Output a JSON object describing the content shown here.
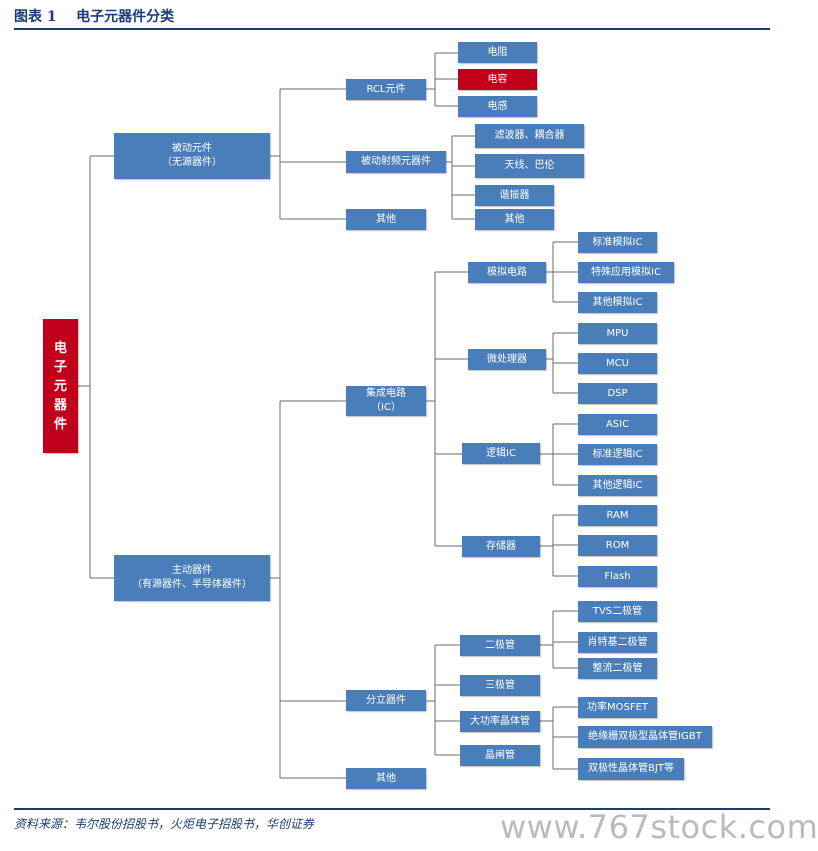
{
  "title": "图表 1    电子元器件分类",
  "source": "资料来源：韦尔股份招股书，火炬电子招股书，华创证券",
  "watermark": "www.767stock.com",
  "colors": {
    "node": "#4a7ebb",
    "highlight": "#c0001a",
    "rule": "#1a3c7a"
  },
  "diagram": {
    "root": "电\n子\n元\n器\n件",
    "passive": "被动元件\n（无源器件）",
    "rcl": "RCL元件",
    "resistor": "电阻",
    "capacitor": "电容",
    "inductor": "电感",
    "rf": "被动射频元器件",
    "filter": "滤波器、耦合器",
    "antenna": "天线、巴伦",
    "oscillator": "谐振器",
    "rf_other": "其他",
    "passive_other": "其他",
    "active": "主动器件\n（有源器件、半导体器件）",
    "ic": "集成电路\n（IC）",
    "analog": "模拟电路",
    "std_analog": "标准模拟IC",
    "special_analog": "特殊应用模拟IC",
    "other_analog": "其他模拟IC",
    "micro": "微处理器",
    "mpu": "MPU",
    "mcu": "MCU",
    "dsp": "DSP",
    "logic": "逻辑IC",
    "asic": "ASIC",
    "std_logic": "标准逻辑IC",
    "other_logic": "其他逻辑IC",
    "memory": "存储器",
    "ram": "RAM",
    "rom": "ROM",
    "flash": "Flash",
    "discrete": "分立器件",
    "diode": "二极管",
    "tvs": "TVS二极管",
    "schottky": "肖特基二极管",
    "rectifier": "整流二极管",
    "triode": "三极管",
    "power": "大功率晶体管",
    "mosfet": "功率MOSFET",
    "igbt": "绝缘栅双极型晶体管IGBT",
    "bjt": "双极性晶体管BJT等",
    "thyristor": "晶闸管",
    "active_other": "其他"
  }
}
